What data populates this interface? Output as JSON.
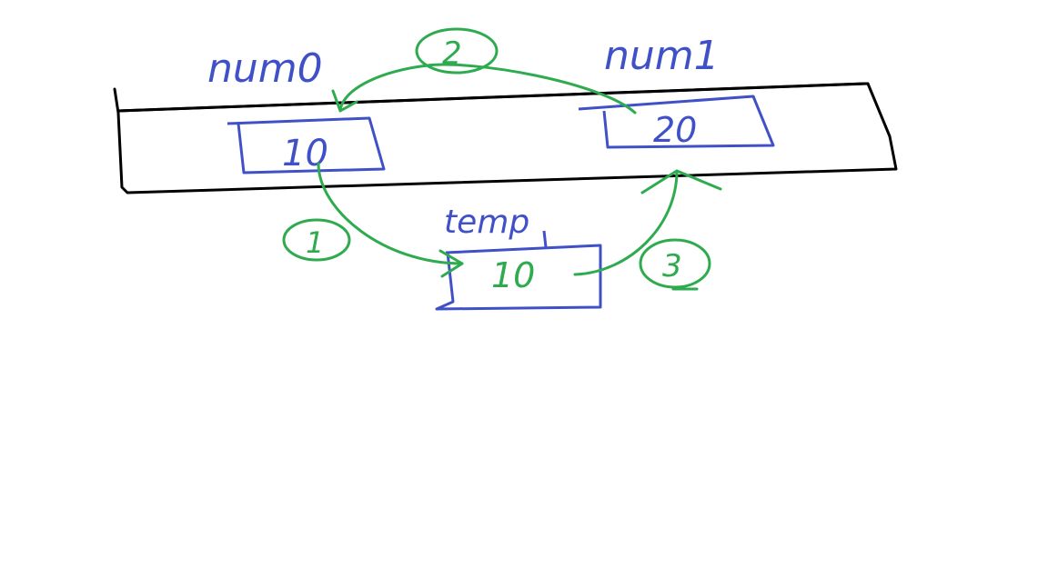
{
  "colors": {
    "blue_ink": "#4051c8",
    "green_ink": "#2fab4f",
    "black_ink": "#000000",
    "background": "#ffffff"
  },
  "variables": [
    {
      "name": "num0",
      "value": "10"
    },
    {
      "name": "num1",
      "value": "20"
    },
    {
      "name": "temp",
      "value": "10"
    }
  ],
  "steps": [
    {
      "label": "1",
      "from": "num0",
      "to": "temp"
    },
    {
      "label": "2",
      "from": "num1",
      "to": "num0"
    },
    {
      "label": "3",
      "from": "temp",
      "to": "num1"
    }
  ]
}
